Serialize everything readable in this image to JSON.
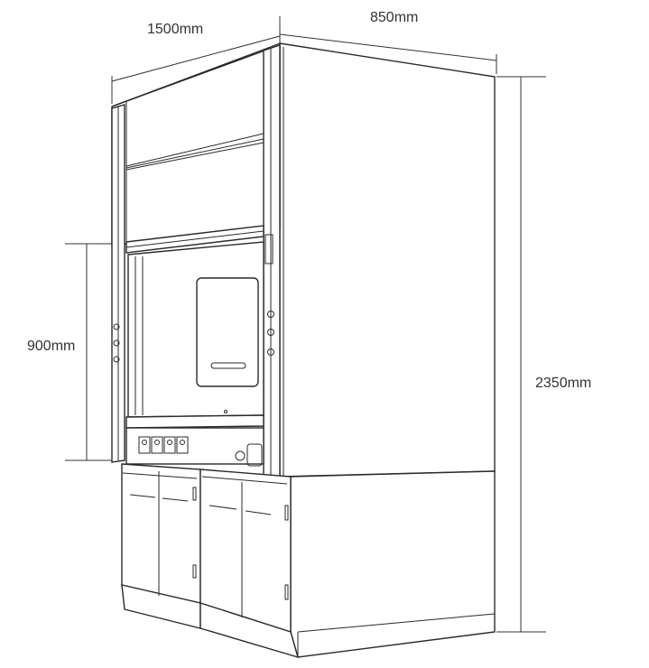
{
  "dimensions": {
    "width_label": "1500mm",
    "depth_label": "850mm",
    "sash_opening_label": "900mm",
    "total_height_label": "2350mm"
  }
}
